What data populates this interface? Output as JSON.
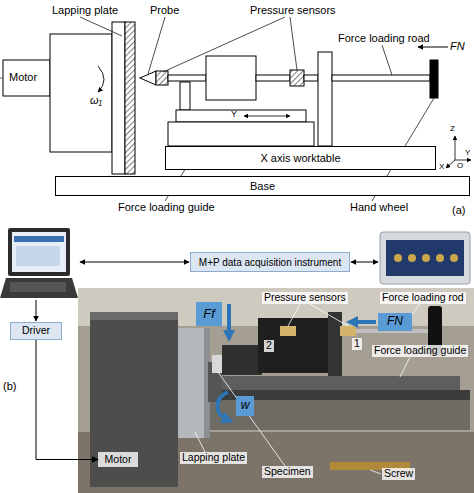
{
  "diagram": {
    "nodes": [
      {
        "text": [
          "X axis worktable"
        ]
      },
      {
        "text": [
          "Base"
        ]
      },
      {
        "text": [
          "M+P data acquisition instrument"
        ]
      },
      {
        "text": [
          "Driver"
        ]
      },
      {
        "text": [
          "Ff"
        ]
      },
      {
        "text": [
          "FN"
        ]
      },
      {
        "text": [
          "w"
        ]
      },
      {
        "text": [
          "Motor"
        ]
      }
    ],
    "edges": [
      {
        "from": 3,
        "to": 7,
        "arrow": "to"
      }
    ],
    "labels": [
      "Lapping plate",
      "Probe",
      "Pressure sensors",
      "Force loading road",
      "Motor",
      "ω₁",
      "Y",
      "FN",
      "Z",
      "X",
      "O",
      "Y",
      "Force loading guide",
      "Hand wheel",
      "(a)",
      "Pressure sensors",
      "Force loading rod",
      "1",
      "2",
      "(b)",
      "Force loading guide",
      "Lapping plate",
      "Specimen",
      "Screw"
    ]
  }
}
